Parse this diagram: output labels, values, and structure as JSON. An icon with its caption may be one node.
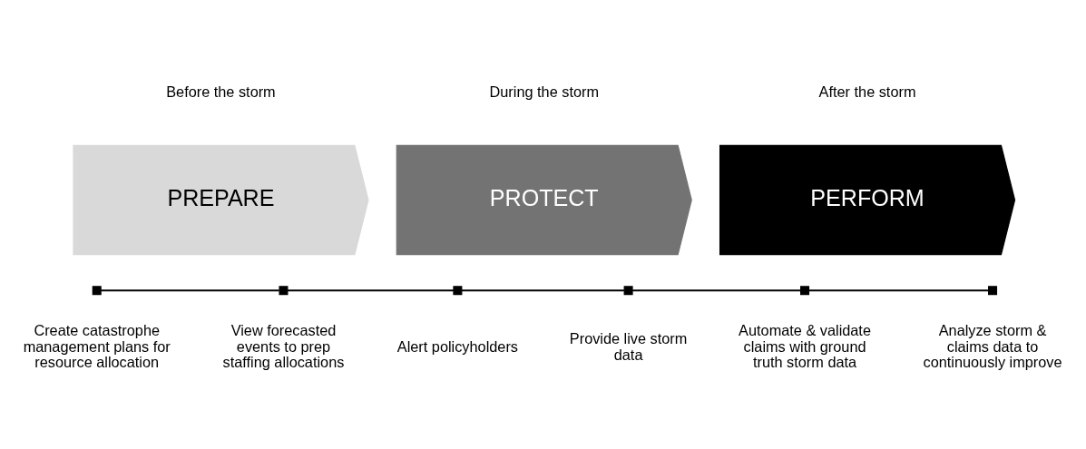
{
  "diagram": {
    "nodes": [
      {
        "text": [
          "PREPARE"
        ],
        "beside": [
          "Before the storm"
        ]
      },
      {
        "text": [
          "PROTECT"
        ],
        "beside": [
          "During the storm"
        ]
      },
      {
        "text": [
          "PERFORM"
        ],
        "beside": [
          "After the storm"
        ]
      },
      {
        "text": [],
        "shape": "box",
        "beside": [
          "Create catastrophe management plans for resource allocation"
        ]
      },
      {
        "text": [],
        "shape": "box",
        "beside": [
          "View forecasted events to prep staffing allocations"
        ]
      },
      {
        "text": [],
        "shape": "box",
        "beside": [
          "Alert policyholders"
        ]
      },
      {
        "text": [],
        "shape": "box",
        "beside": [
          "Provide live storm data"
        ]
      },
      {
        "text": [],
        "shape": "box",
        "beside": [
          "Automate & validate claims with ground truth storm data"
        ]
      },
      {
        "text": [],
        "shape": "box",
        "beside": [
          "Analyze storm & claims data to continuously improve"
        ]
      }
    ],
    "edges": [
      {
        "from": 3,
        "to": 4,
        "arrow": "none"
      },
      {
        "from": 4,
        "to": 5,
        "arrow": "none"
      },
      {
        "from": 5,
        "to": 6,
        "arrow": "none"
      },
      {
        "from": 6,
        "to": 7,
        "arrow": "none"
      },
      {
        "from": 7,
        "to": 8,
        "arrow": "none"
      }
    ]
  }
}
